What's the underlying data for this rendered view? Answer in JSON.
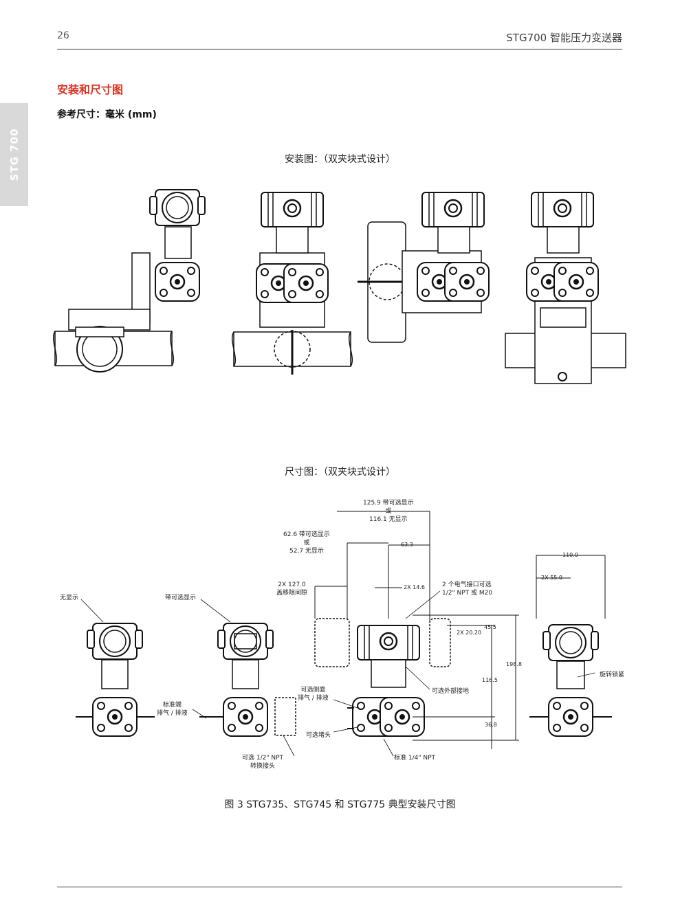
{
  "header": {
    "page_number": "26",
    "doc_title": "STG700 智能压力变送器"
  },
  "side_tab": {
    "label": "STG 700"
  },
  "section": {
    "title": "安装和尺寸图",
    "ref_label": "参考尺寸：",
    "ref_value": "毫米 (mm)"
  },
  "install_caption": "安装图：（双夹块式设计）",
  "dimension_caption": "尺寸图：（双夹块式设计）",
  "dims": {
    "top_125": "125.9 带可选显示",
    "top_or1": "或",
    "top_116": "116.1 无显示",
    "d62": "62.6 带可选显示",
    "d_or2": "或",
    "d52": "52.7 无显示",
    "d63": "63.3",
    "d127": "2X 127.0",
    "d127_note": "盖移除间隙",
    "d14": "2X 14.6",
    "conn1": "2 个电气接口可选",
    "conn2": "1/2\" NPT 或 M20",
    "d110": "110.0",
    "d55": "2X 55.0",
    "d45": "45.5",
    "d20": "2X 20.20",
    "d198": "198.8",
    "d116": "116.5",
    "d36": "36.8"
  },
  "labels": {
    "no_display": "无显示",
    "with_display": "带可选显示",
    "std_vent1": "标准端",
    "std_vent2": "排气 / 排液",
    "opt_side1": "可选侧面",
    "opt_side2": "排气 / 排液",
    "opt_ground": "可选外部接地",
    "opt_plug": "可选堵头",
    "std_npt": "标准 1/4\" NPT",
    "opt_adapter1": "可选 1/2\" NPT",
    "opt_adapter2": "转换接头",
    "rotate_lock": "旋转锁紧"
  },
  "figure_caption": "图 3  STG735、STG745 和 STG775 典型安装尺寸图",
  "colors": {
    "accent": "#e0301e",
    "side_tab": "#d9d9d9",
    "rule": "#333333"
  }
}
